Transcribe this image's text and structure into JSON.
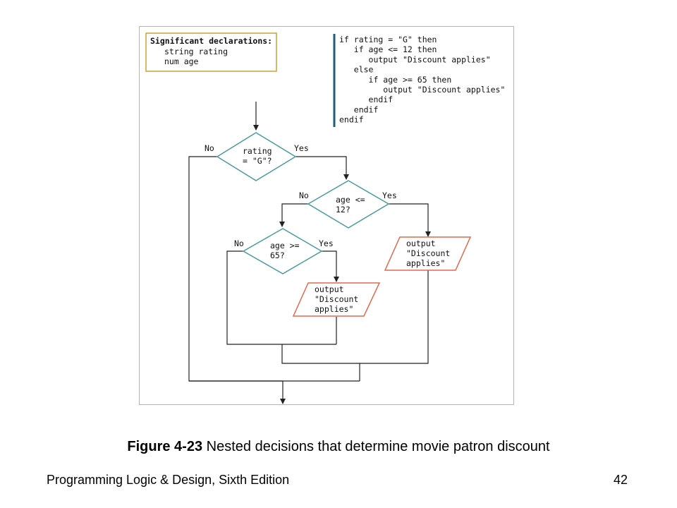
{
  "declarations": {
    "title": "Significant declarations:",
    "lines": [
      "string rating",
      "num age"
    ]
  },
  "pseudocode": [
    "if rating = \"G\" then",
    "   if age <= 12 then",
    "      output \"Discount applies\"",
    "   else",
    "      if age >= 65 then",
    "         output \"Discount applies\"",
    "      endif",
    "   endif",
    "endif"
  ],
  "decisions": {
    "rating": {
      "lines": [
        "rating",
        "= \"G\"?"
      ],
      "no": "No",
      "yes": "Yes"
    },
    "age12": {
      "lines": [
        "age <=",
        "12?"
      ],
      "no": "No",
      "yes": "Yes"
    },
    "age65": {
      "lines": [
        "age >=",
        "65?"
      ],
      "no": "No",
      "yes": "Yes"
    }
  },
  "outputs": {
    "right": [
      "output",
      "\"Discount",
      "applies\""
    ],
    "lower": [
      "output",
      "\"Discount",
      "applies\""
    ]
  },
  "colors": {
    "declaration_border": "#c9a23a",
    "pseudocode_bar": "#1f5f7a",
    "decision_stroke": "#4a9c9c",
    "output_stroke": "#e06a4f",
    "line": "#222222"
  },
  "caption": {
    "label": "Figure 4-23",
    "text": " Nested decisions that determine movie patron discount"
  },
  "footer": {
    "book": "Programming Logic & Design, Sixth Edition",
    "page": "42"
  }
}
